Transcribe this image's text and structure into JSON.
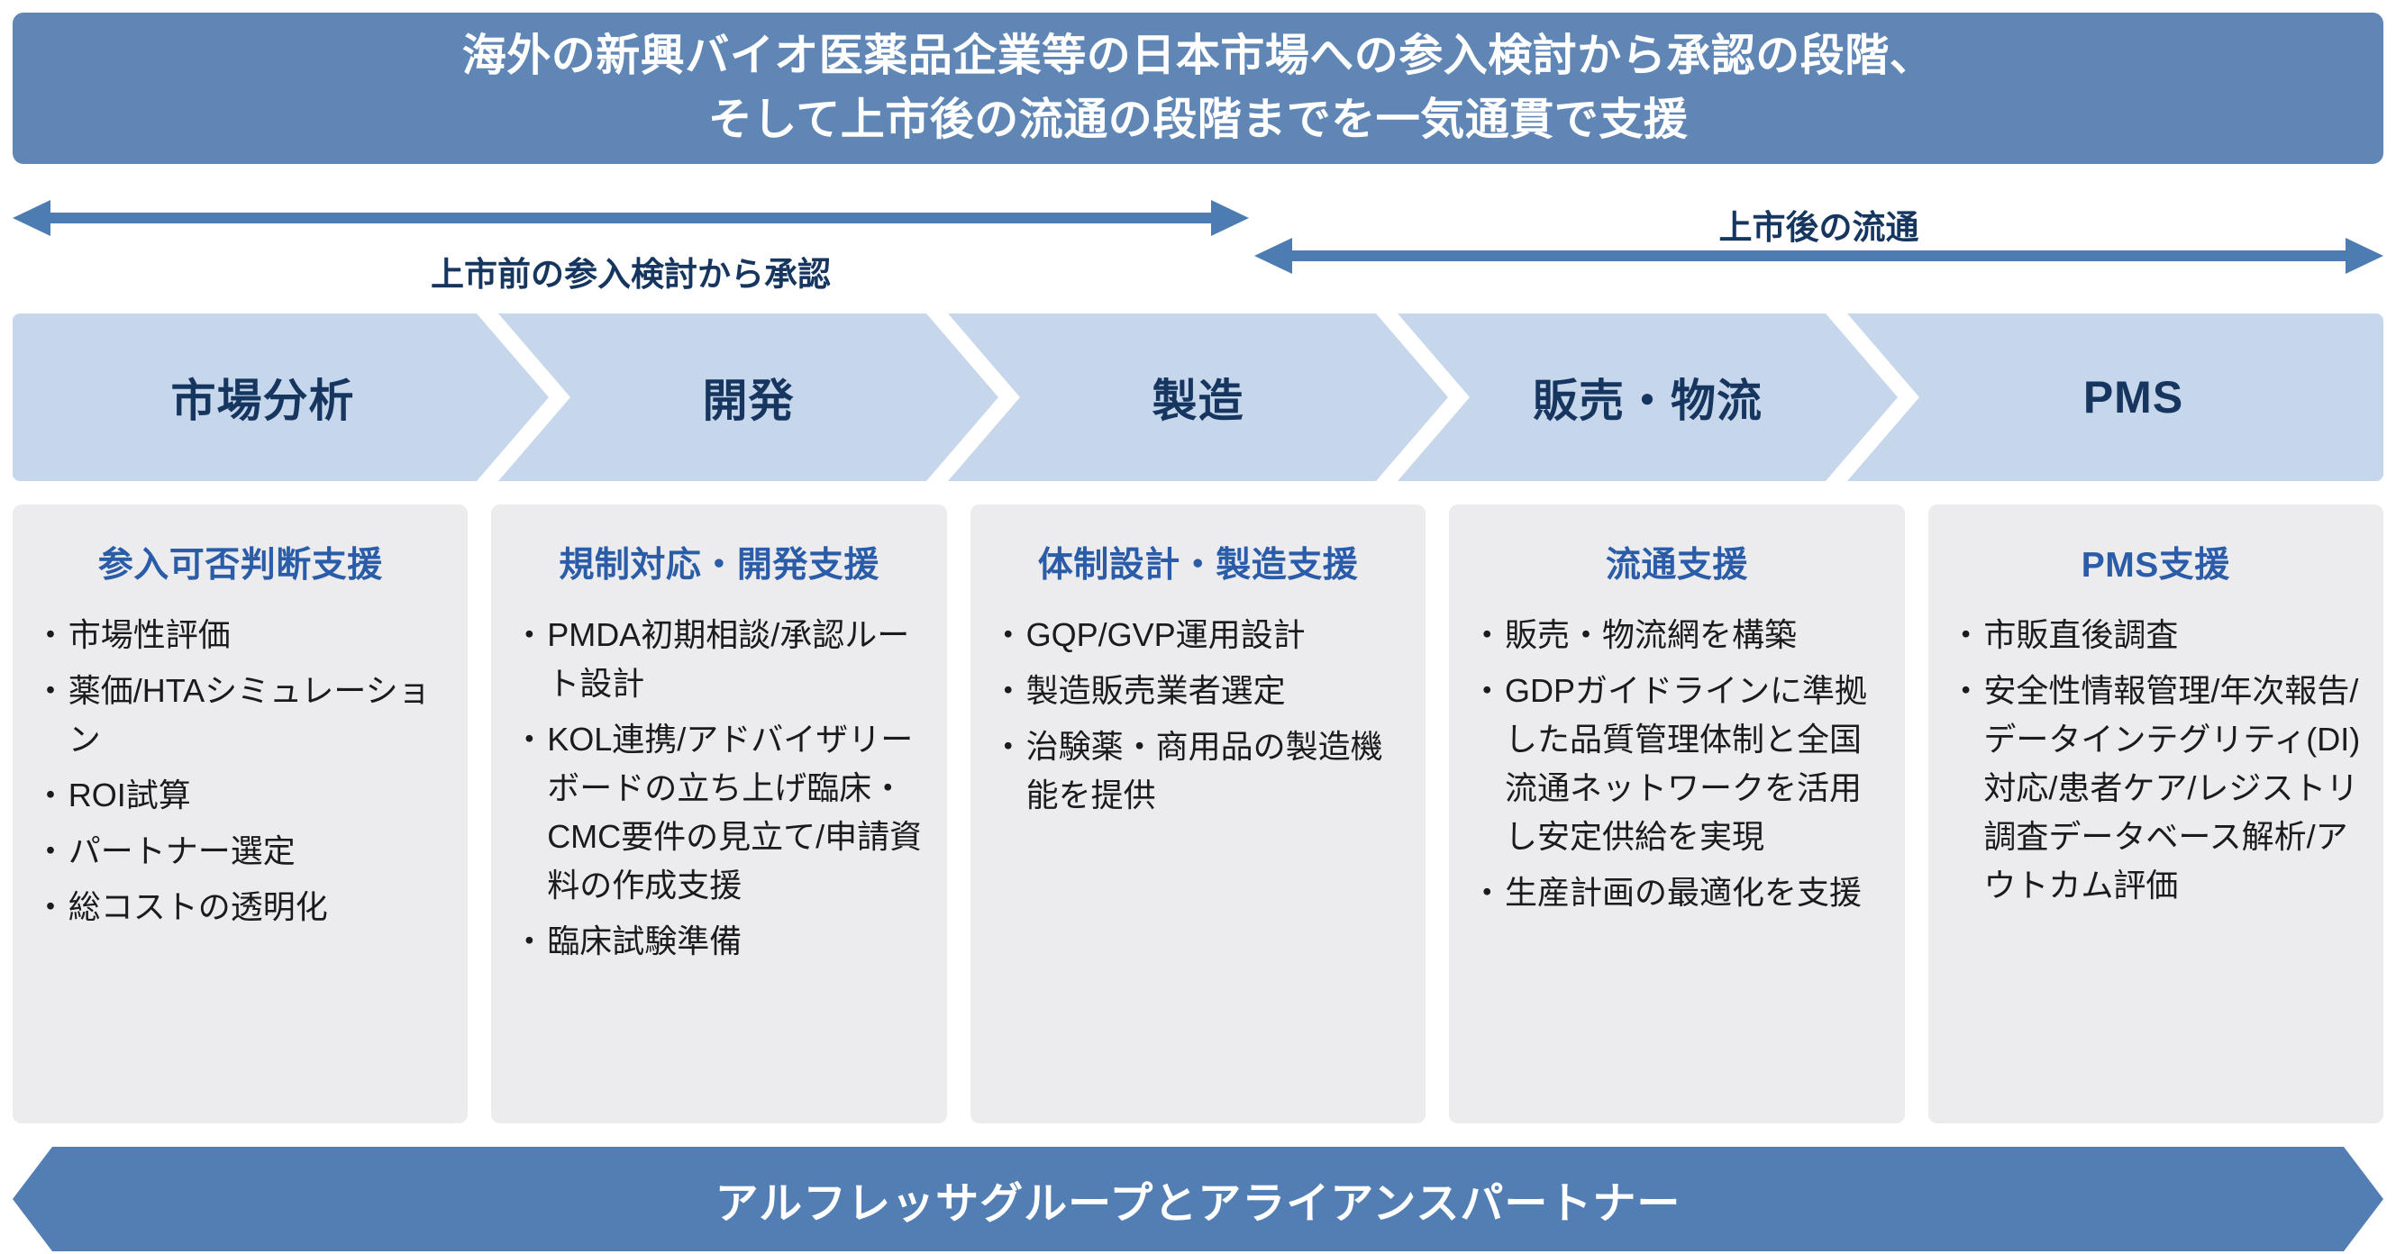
{
  "ui": {
    "bullet": "・"
  },
  "colors": {
    "banner_bg": "#5f86b5",
    "arrow": "#4d7cb3",
    "stage_bg": "#c6d6eb",
    "stage_text": "#16365f",
    "box_bg": "#ececee",
    "heading": "#2a5ca8",
    "label": "#16365f",
    "bottom_bg": "#527eb3",
    "body_text": "#1b1b1d"
  },
  "top_banner": {
    "line1": "海外の新興バイオ医薬品企業等の日本市場への参入検討から承認の段階、",
    "line2": "そして上市後の流通の段階までを一気通貫で支援"
  },
  "phase_arrows": {
    "pre_market_label": "上市前の参入検討から承認",
    "post_market_label": "上市後の流通"
  },
  "stages": [
    {
      "label": "市場分析"
    },
    {
      "label": "開発"
    },
    {
      "label": "製造"
    },
    {
      "label": "販売・物流"
    },
    {
      "label": "PMS"
    }
  ],
  "columns": [
    {
      "heading": "参入可否判断支援",
      "bullets": [
        "市場性評価",
        "薬価/HTAシミュレーション",
        "ROI試算",
        "パートナー選定",
        "総コストの透明化"
      ]
    },
    {
      "heading": "規制対応・開発支援",
      "bullets": [
        "PMDA初期相談/承認ルート設計",
        "KOL連携/アドバイザリーボードの立ち上げ臨床・CMC要件の見立て/申請資料の作成支援",
        "臨床試験準備"
      ]
    },
    {
      "heading": "体制設計・製造支援",
      "bullets": [
        "GQP/GVP運用設計",
        "製造販売業者選定",
        "治験薬・商用品の製造機能を提供"
      ]
    },
    {
      "heading": "流通支援",
      "bullets": [
        "販売・物流網を構築",
        "GDPガイドラインに準拠した品質管理体制と全国流通ネットワークを活用し安定供給を実現",
        "生産計画の最適化を支援"
      ]
    },
    {
      "heading": "PMS支援",
      "bullets": [
        "市販直後調査",
        "安全性情報管理/年次報告/データインテグリティ(DI)対応/患者ケア/レジストリ調査データベース解析/アウトカム評価"
      ]
    }
  ],
  "bottom_banner": {
    "label": "アルフレッサグループとアライアンスパートナー"
  }
}
